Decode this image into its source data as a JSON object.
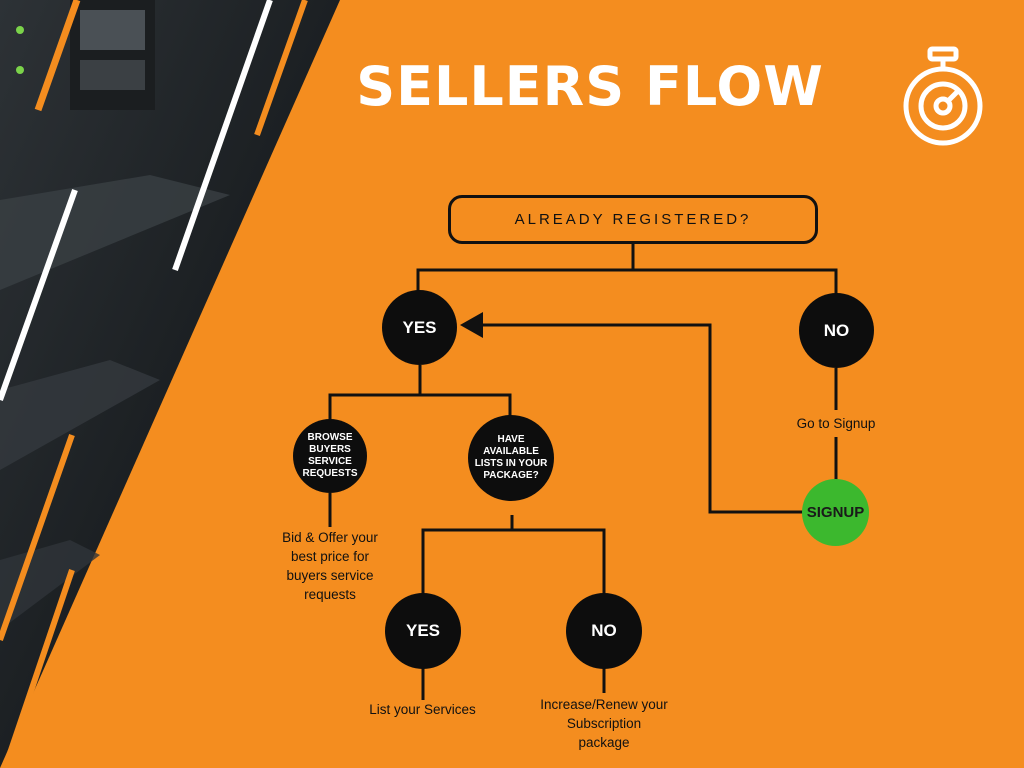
{
  "title": "SELLERS FLOW",
  "question": "ALREADY REGISTERED?",
  "nodes": {
    "yes_main": "YES",
    "no_main": "NO",
    "browse": "BROWSE BUYERS SERVICE REQUESTS",
    "have_lists": "HAVE AVAILABLE LISTS IN YOUR PACKAGE?",
    "yes_lists": "YES",
    "no_lists": "NO",
    "signup": "SIGNUP"
  },
  "labels": {
    "go_signup": "Go to Signup",
    "bid_offer": "Bid & Offer your best price for buyers service requests",
    "list_services": "List your Services",
    "increase_renew": "Increase/Renew your Subscription package"
  },
  "icons": {
    "corner": "stopwatch-icon"
  },
  "colors": {
    "background": "#f48d1f",
    "node": "#0d0d0d",
    "signup": "#3cb82e",
    "accent": "#ffffff"
  }
}
